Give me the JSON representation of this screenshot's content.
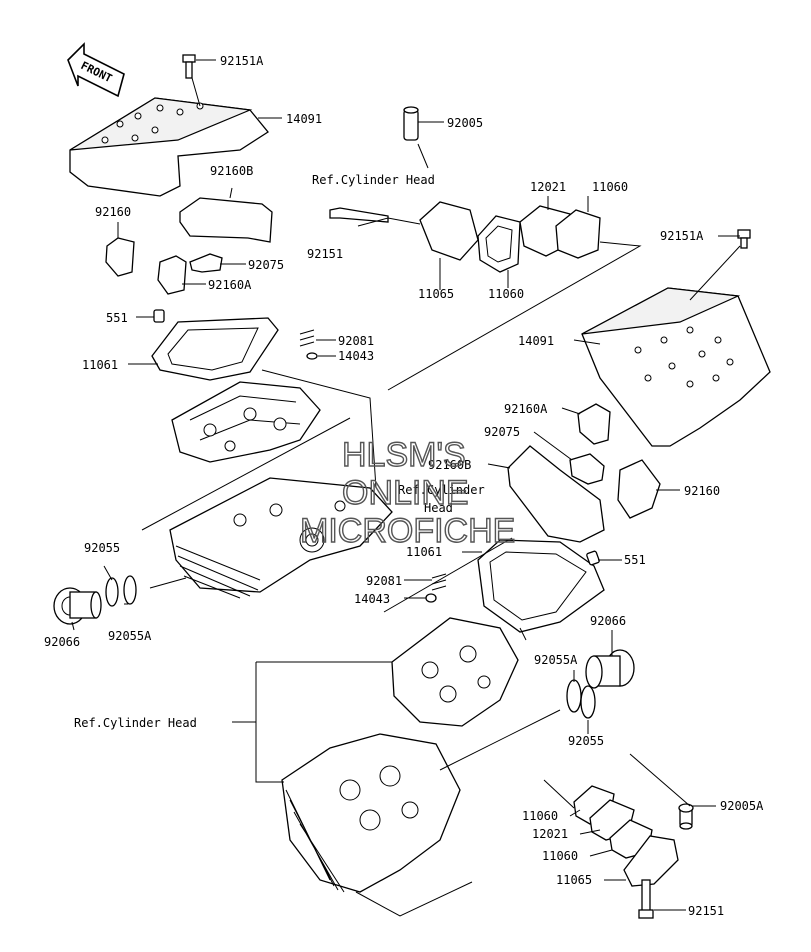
{
  "front_badge": "FRONT",
  "labels": {
    "l_92151A_top": "92151A",
    "l_14091_left": "14091",
    "l_92005": "92005",
    "l_ref_cyl_1": "Ref.Cylinder Head",
    "l_92160B_left": "92160B",
    "l_92160_left": "92160",
    "l_12021_top": "12021",
    "l_11060_top": "11060",
    "l_92151A_right": "92151A",
    "l_92151_top": "92151",
    "l_92075_left": "92075",
    "l_92160A_left": "92160A",
    "l_11065_top": "11065",
    "l_11060_mid": "11060",
    "l_551_left": "551",
    "l_92081_left": "92081",
    "l_14043_left": "14043",
    "l_11061_left": "11061",
    "l_14091_right": "14091",
    "l_92160A_right": "92160A",
    "l_92075_right": "92075",
    "l_92160B_right": "92160B",
    "l_ref_cyl_2a": "Ref.Cylinder",
    "l_ref_cyl_2b": "Head",
    "l_92160_right": "92160",
    "l_92055_left": "92055",
    "l_92066_left": "92066",
    "l_92055A_left": "92055A",
    "l_11061_right": "11061",
    "l_551_right": "551",
    "l_92081_right": "92081",
    "l_14043_right": "14043",
    "l_92066_right": "92066",
    "l_92055A_right": "92055A",
    "l_ref_cyl_3": "Ref.Cylinder Head",
    "l_92055_right": "92055",
    "l_92005A": "92005A",
    "l_11060_bot1": "11060",
    "l_12021_bot": "12021",
    "l_11060_bot2": "11060",
    "l_11065_bot": "11065",
    "l_92151_bot": "92151"
  },
  "watermark": [
    "HLSM'S",
    "ONLINE",
    "MICROFICHE"
  ]
}
